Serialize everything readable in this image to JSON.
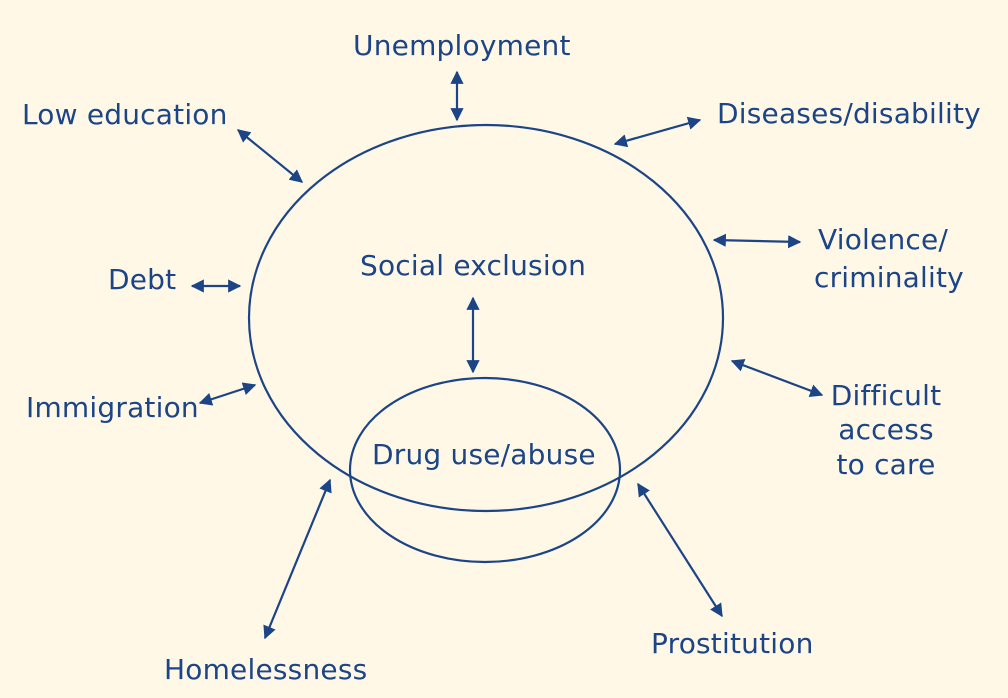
{
  "colors": {
    "background": "#fff8e6",
    "ink": "#1c4587"
  },
  "labels": {
    "unemployment": "Unemployment",
    "low_education": "Low education",
    "diseases_disability": "Diseases/disability",
    "debt": "Debt",
    "violence_line1": "Violence/",
    "violence_line2": "criminality",
    "immigration": "Immigration",
    "difficult_line1": "Difficult",
    "difficult_line2": "access",
    "difficult_line3": "to care",
    "social_exclusion": "Social exclusion",
    "drug_use": "Drug use/abuse",
    "homelessness": "Homelessness",
    "prostitution": "Prostitution"
  }
}
